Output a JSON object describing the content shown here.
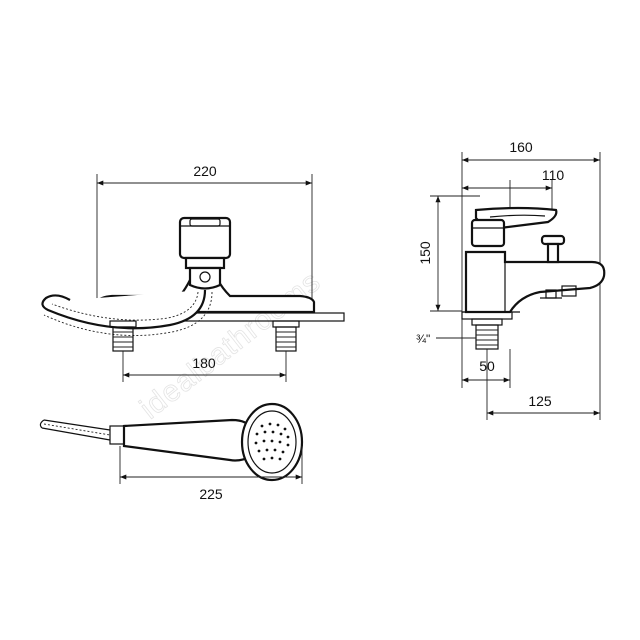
{
  "watermark": "idealbathrooms",
  "dimensions": {
    "front_width": "220",
    "front_tail_spacing": "180",
    "side_depth_total": "160",
    "side_depth_spout": "110",
    "side_height": "150",
    "side_thread": "¾\"",
    "side_base": "50",
    "side_spout_projection": "125",
    "handset_length": "225"
  }
}
